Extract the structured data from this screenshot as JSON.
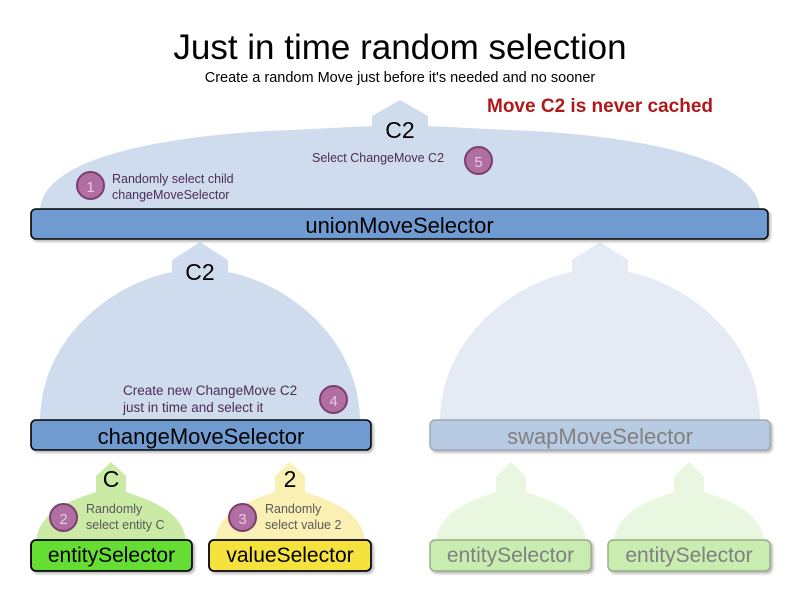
{
  "header": {
    "title": "Just in time random selection",
    "subtitle": "Create a random Move just before it's needed and no sooner",
    "note": "Move C2 is never cached"
  },
  "colors": {
    "note_red": "#b01919",
    "union_box": "#6f9bd1",
    "change_box": "#6f9bd1",
    "swap_box_faded": "#b8cbe2",
    "entity_box": "#66dd33",
    "value_box": "#f5e23c",
    "entity_box_faded": "#c9edb0",
    "arrow_blue": "#cfdcee",
    "arrow_blue_faded": "#e4ebf5",
    "arrow_green": "#cbeaa6",
    "arrow_green_faded": "#eaf7e0",
    "arrow_yellow": "#fbf0b4",
    "badge_fill": "#b06ea3",
    "badge_border": "#7b3f6e",
    "annotation_purple": "#4d2b55",
    "annotation_gray": "#595959"
  },
  "boxes": {
    "union": "unionMoveSelector",
    "change": "changeMoveSelector",
    "swap": "swapMoveSelector",
    "entity_left": "entitySelector",
    "value": "valueSelector",
    "entity_right_1": "entitySelector",
    "entity_right_2": "entitySelector"
  },
  "flow_labels": {
    "top": "C2",
    "change_out": "C2",
    "entity_out": "C",
    "value_out": "2"
  },
  "annotations": [
    {
      "n": "1",
      "lines": [
        "Randomly select child",
        "changeMoveSelector"
      ]
    },
    {
      "n": "5",
      "lines": [
        "Select ChangeMove C2"
      ]
    },
    {
      "n": "4",
      "lines": [
        "Create new ChangeMove C2",
        "just in time and select it"
      ]
    },
    {
      "n": "2",
      "lines": [
        "Randomly",
        "select entity C"
      ]
    },
    {
      "n": "3",
      "lines": [
        "Randomly",
        "select value 2"
      ]
    }
  ]
}
